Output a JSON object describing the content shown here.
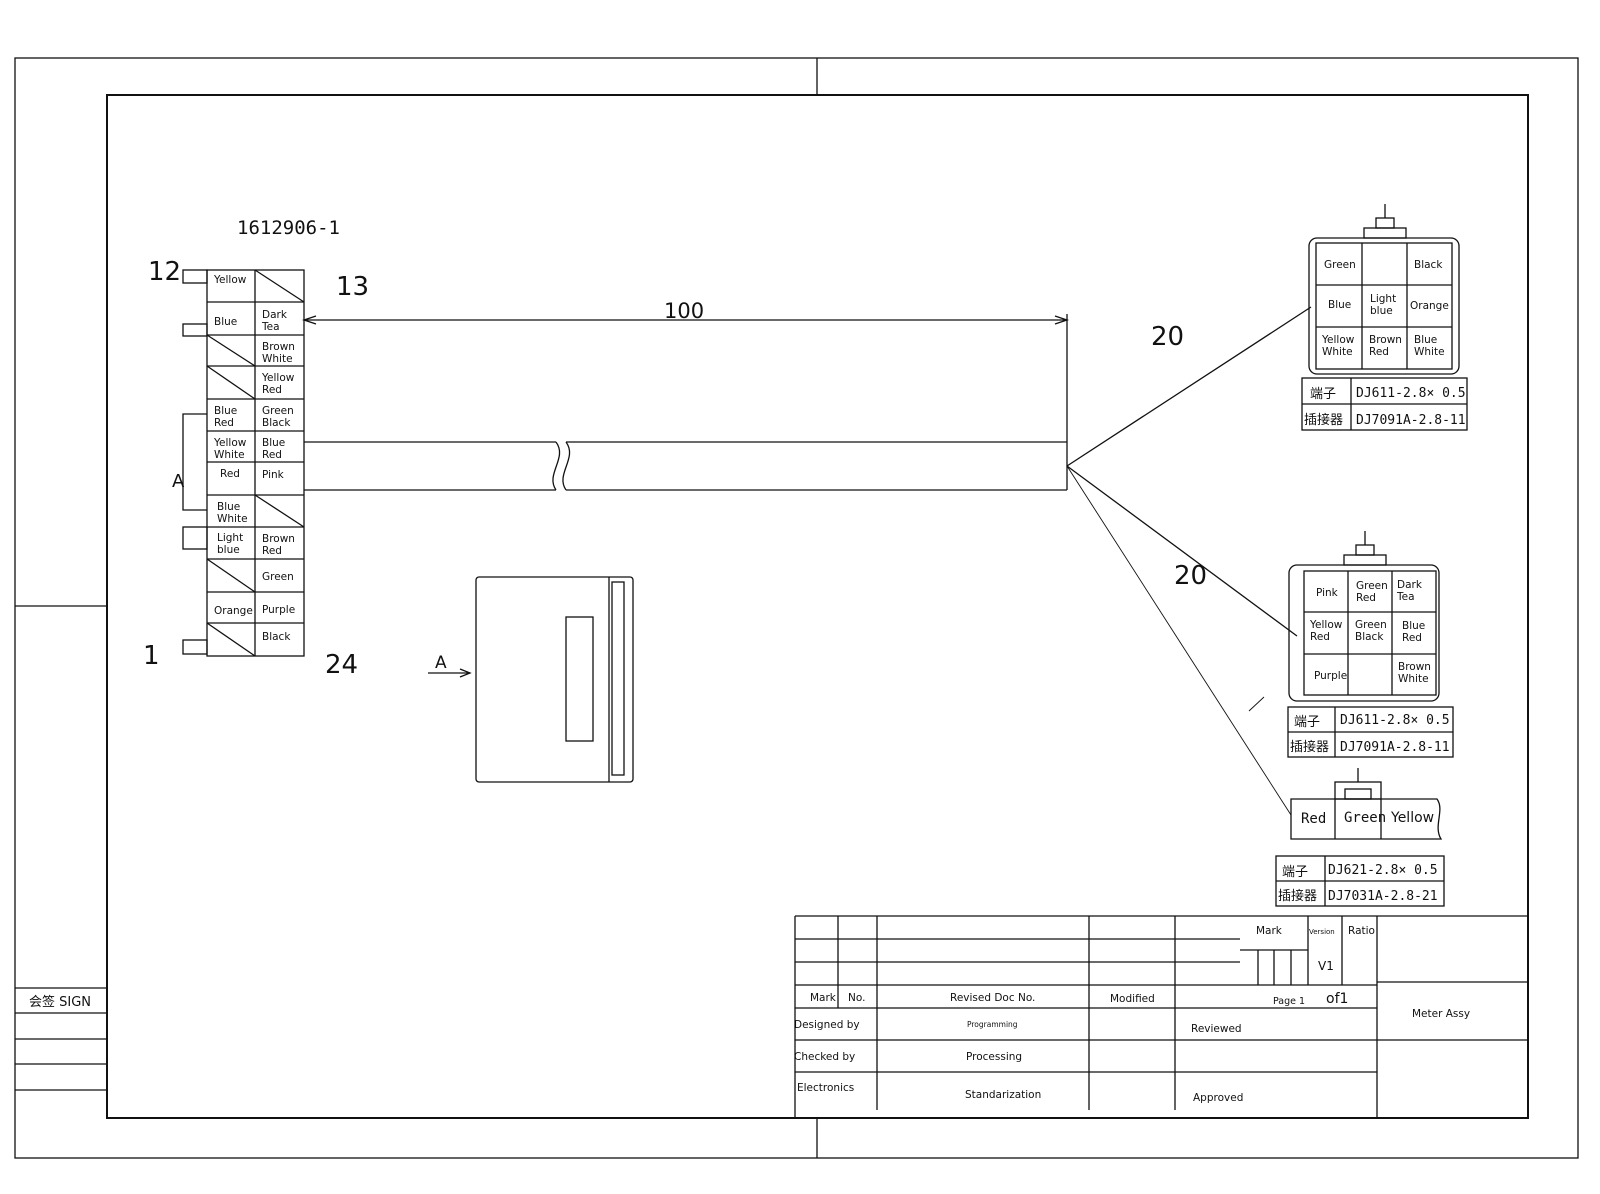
{
  "part_number": "1612906-1",
  "pin_numbers": {
    "p12": "12",
    "p13": "13",
    "p1": "1",
    "p24": "24"
  },
  "length": "100",
  "view_label": "A",
  "left_connector_cells": [
    [
      "Yellow",
      ""
    ],
    [
      "Blue",
      "Dark\nTea"
    ],
    [
      "",
      "Brown\nWhite"
    ],
    [
      "",
      "Yellow\nRed"
    ],
    [
      "Blue\nRed",
      "Green\nBlack"
    ],
    [
      "Yellow\nWhite",
      "Blue\nRed"
    ],
    [
      "Red",
      "Pink"
    ],
    [
      "Blue\nWhite",
      ""
    ],
    [
      "Light\nblue",
      "Brown\nRed"
    ],
    [
      "",
      "Green"
    ],
    [
      "Orange",
      "Purple"
    ],
    [
      "",
      "Black"
    ]
  ],
  "branch_labels": {
    "b1": "20",
    "b2": "20"
  },
  "conn1": {
    "cells": [
      [
        "Green",
        "",
        "Black"
      ],
      [
        "Blue",
        "Light\nblue",
        "Orange"
      ],
      [
        "Yellow\nWhite",
        "Brown\nRed",
        "Blue\nWhite"
      ]
    ],
    "terminal_label": "端子",
    "terminal_value": "DJ611-2.8× 0.5",
    "connector_label": "插接器",
    "connector_value": "DJ7091A-2.8-11"
  },
  "conn2": {
    "cells": [
      [
        "Pink",
        "Green\nRed",
        "Dark\nTea"
      ],
      [
        "Yellow\nRed",
        "Green\nBlack",
        "Blue\nRed"
      ],
      [
        "Purple",
        "",
        "Brown\nWhite"
      ]
    ],
    "terminal_label": "端子",
    "terminal_value": "DJ611-2.8× 0.5",
    "connector_label": "插接器",
    "connector_value": "DJ7091A-2.8-11"
  },
  "conn3": {
    "cells": [
      "Red",
      "Green",
      "Yellow"
    ],
    "terminal_label": "端子",
    "terminal_value": "DJ621-2.8× 0.5",
    "connector_label": "插接器",
    "connector_value": "DJ7031A-2.8-21"
  },
  "sign_label": "会签 SIGN",
  "title_block": {
    "mark": "Mark",
    "no": "No.",
    "revised": "Revised Doc No.",
    "modified": "Modified",
    "mark2": "Mark",
    "version": "Version",
    "ratio": "Ratio",
    "version_value": "V1",
    "page": "Page 1",
    "of": "of1",
    "designed": "Designed by",
    "programming": "Programming",
    "reviewed": "Reviewed",
    "checked": "Checked by",
    "processing": "Processing",
    "electronics": "Electronics",
    "standardization": "Standarization",
    "approved": "Approved",
    "title": "Meter Assy"
  }
}
